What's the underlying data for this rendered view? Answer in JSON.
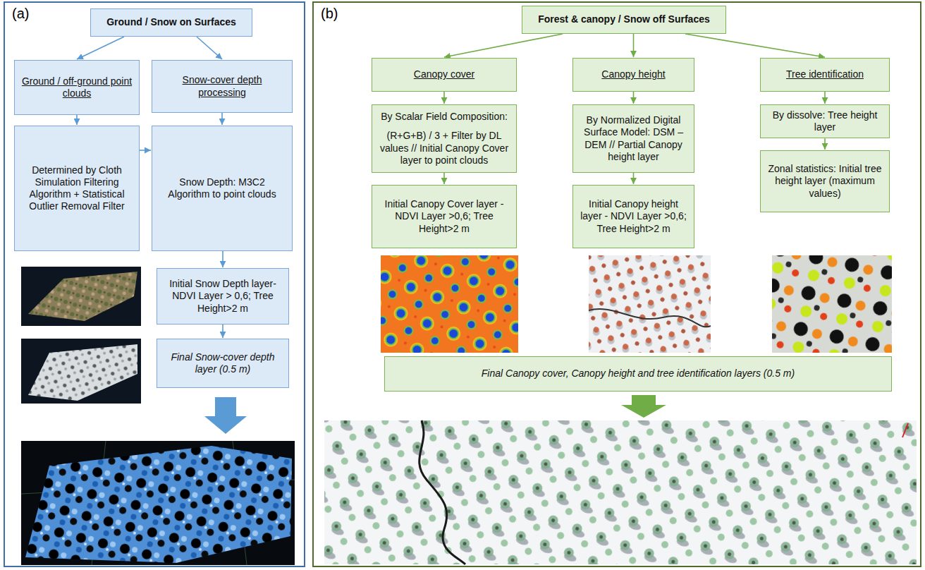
{
  "diagram": {
    "nodes": [
      {
        "text": [
          "(a)"
        ]
      },
      {
        "text": [
          "Ground / Snow on Surfaces"
        ],
        "in": 0
      },
      {
        "text": [
          "Ground / off-ground point clouds"
        ],
        "in": 0
      },
      {
        "text": [
          "Snow-cover depth processing"
        ],
        "in": 0
      },
      {
        "text": [
          "Determined by Cloth Simulation Filtering Algorithm + Statistical Outlier Removal Filter"
        ],
        "in": 0
      },
      {
        "text": [
          "Snow Depth: M3C2 Algorithm to point clouds"
        ],
        "in": 0
      },
      {
        "text": [
          "Initial Snow Depth layer- NDVI Layer > 0,6; Tree Height>2 m"
        ],
        "in": 0
      },
      {
        "text": [
          "Final Snow-cover depth layer (0.5 m)"
        ],
        "in": 0
      },
      {
        "text": [
          "(b)"
        ]
      },
      {
        "text": [
          "Forest & canopy / Snow off Surfaces"
        ],
        "in": 8
      },
      {
        "text": [
          "Canopy cover"
        ],
        "in": 8
      },
      {
        "text": [
          "Canopy height"
        ],
        "in": 8
      },
      {
        "text": [
          "Tree identification"
        ],
        "in": 8
      },
      {
        "text": [
          "By Scalar Field Composition:",
          "(R+G+B) / 3 + Filter by DL values // Initial Canopy Cover layer to point clouds"
        ],
        "in": 8
      },
      {
        "text": [
          "By Normalized Digital Surface Model: DSM – DEM // Partial Canopy height layer"
        ],
        "in": 8
      },
      {
        "text": [
          "By dissolve: Tree height layer"
        ],
        "in": 8
      },
      {
        "text": [
          "Initial Canopy Cover layer - NDVI Layer >0,6; Tree Height>2 m"
        ],
        "in": 8
      },
      {
        "text": [
          "Initial Canopy height layer - NDVI Layer >0,6; Tree Height>2 m"
        ],
        "in": 8
      },
      {
        "text": [
          "Zonal statistics: Initial tree height layer (maximum values)"
        ],
        "in": 8
      },
      {
        "text": [
          "Final Canopy cover, Canopy height and tree identification layers (0.5 m)"
        ],
        "in": 8
      }
    ],
    "edges": [
      {
        "from": 1,
        "to": 2,
        "arrow": "to"
      },
      {
        "from": 1,
        "to": 3,
        "arrow": "to"
      },
      {
        "from": 2,
        "to": 4,
        "arrow": "to"
      },
      {
        "from": 3,
        "to": 5,
        "arrow": "to"
      },
      {
        "from": 4,
        "to": 5,
        "arrow": "to"
      },
      {
        "from": 5,
        "to": 6,
        "arrow": "to"
      },
      {
        "from": 6,
        "to": 7,
        "arrow": "to"
      },
      {
        "from": 9,
        "to": 10,
        "arrow": "to"
      },
      {
        "from": 9,
        "to": 11,
        "arrow": "to"
      },
      {
        "from": 9,
        "to": 12,
        "arrow": "to"
      },
      {
        "from": 10,
        "to": 13,
        "arrow": "to"
      },
      {
        "from": 11,
        "to": 14,
        "arrow": "to"
      },
      {
        "from": 12,
        "to": 15,
        "arrow": "to"
      },
      {
        "from": 13,
        "to": 16,
        "arrow": "to"
      },
      {
        "from": 14,
        "to": 17,
        "arrow": "to"
      },
      {
        "from": 15,
        "to": 18,
        "arrow": "to"
      }
    ]
  }
}
